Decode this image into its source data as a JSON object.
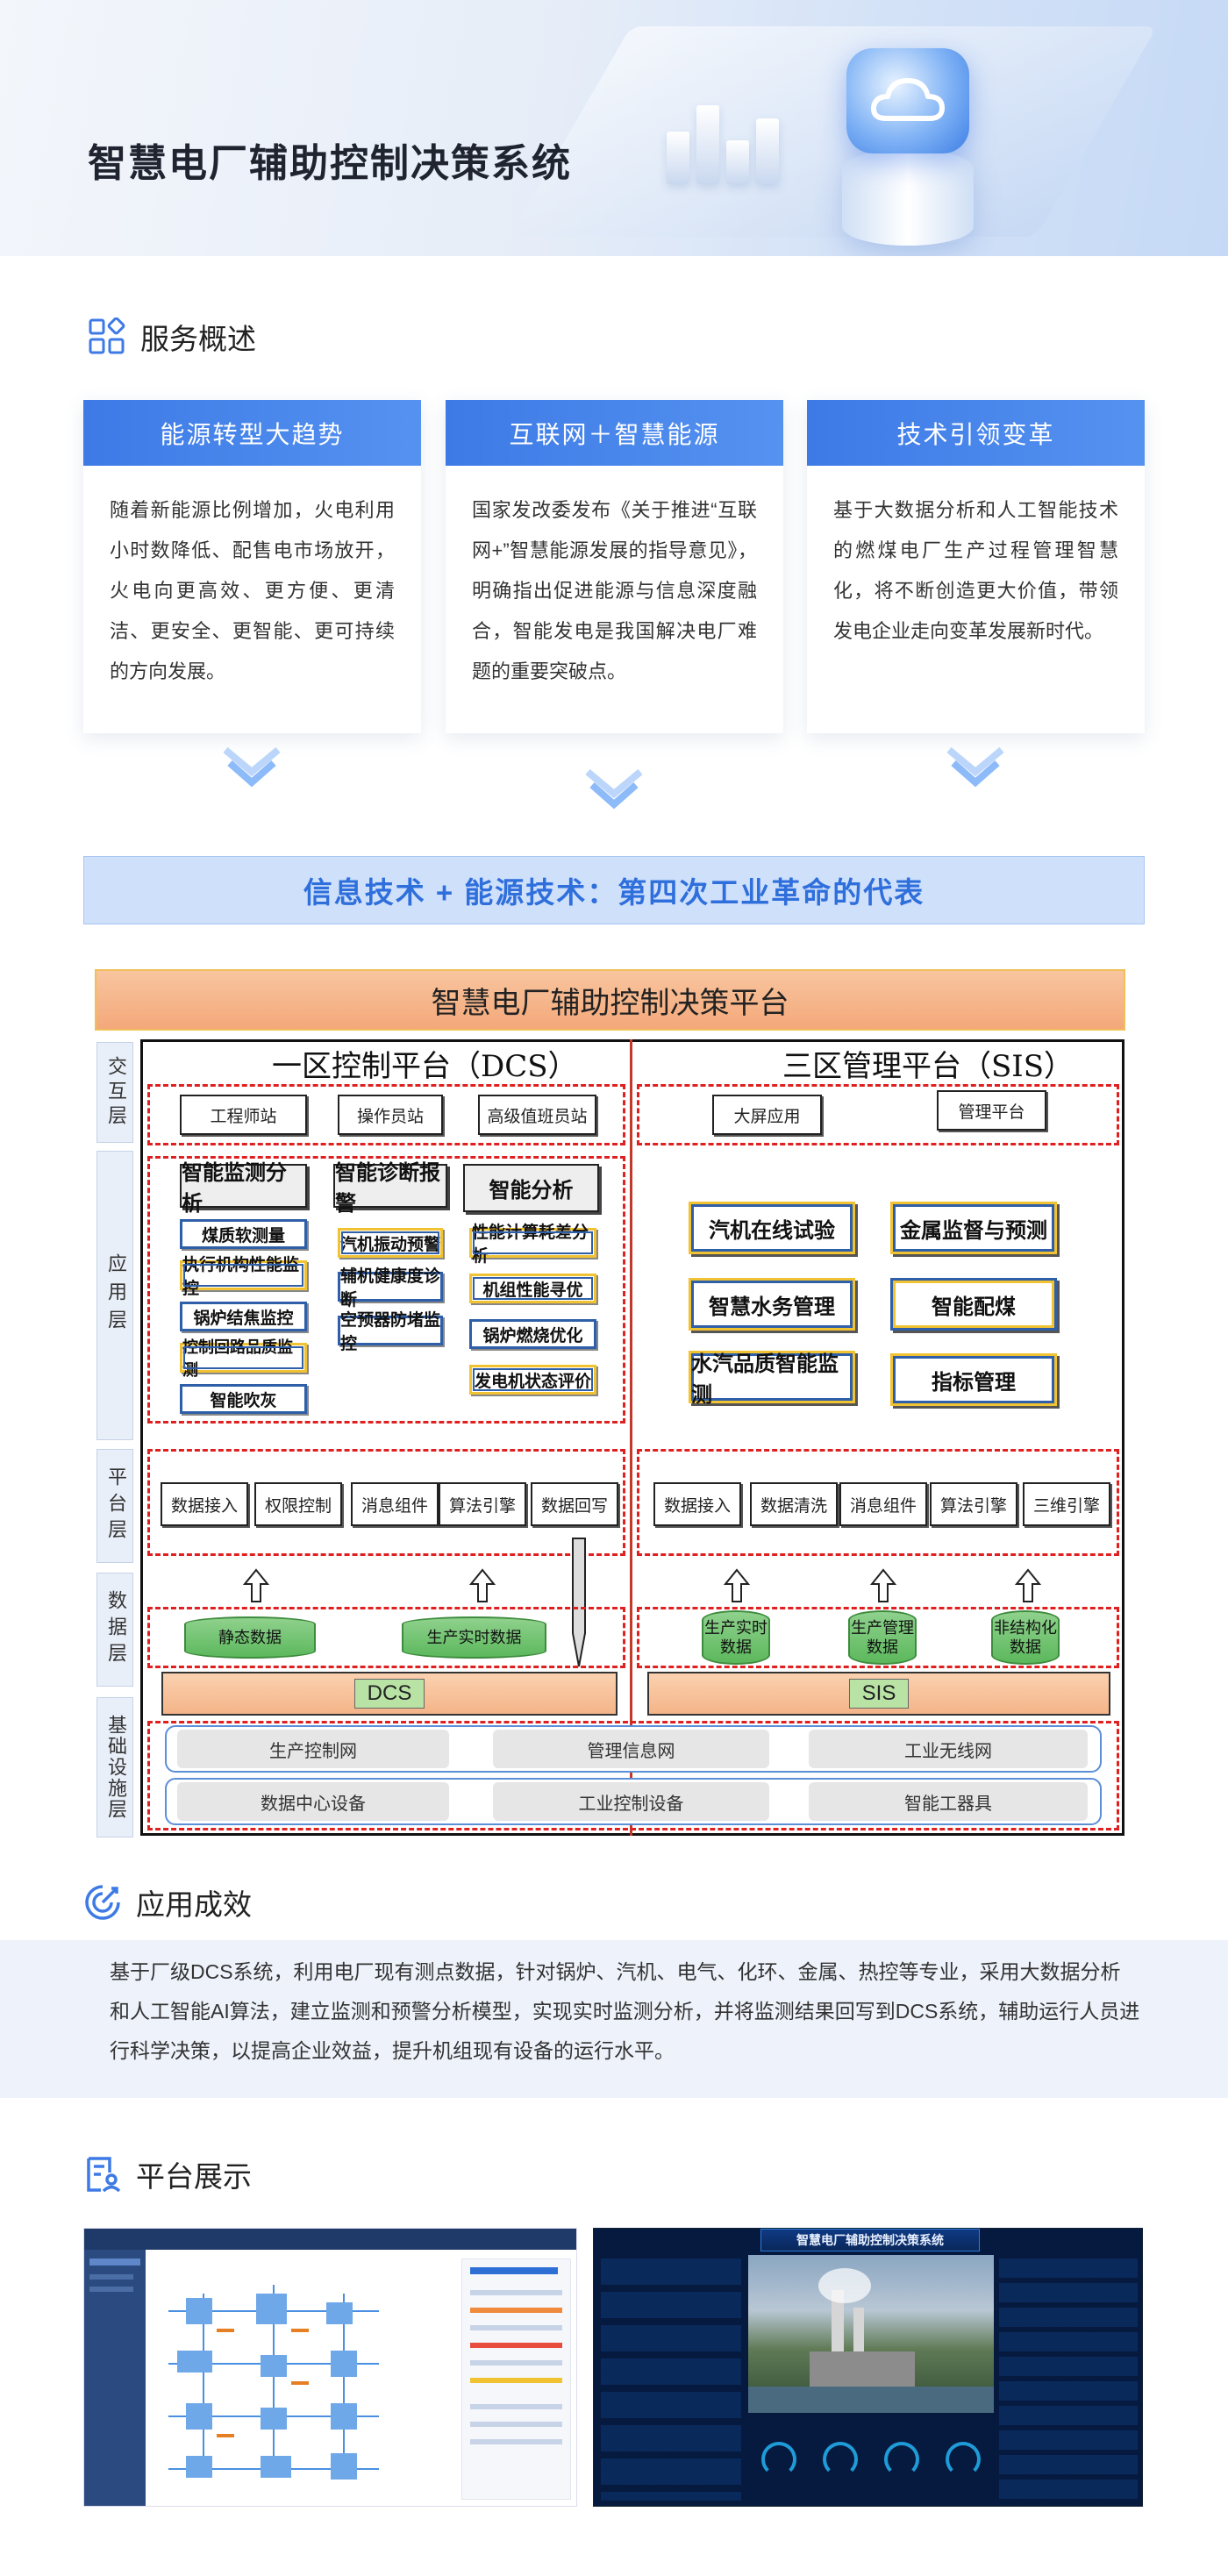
{
  "banner": {
    "title": "智慧电厂辅助控制决策系统"
  },
  "overview": {
    "heading": "服务概述",
    "cards": [
      {
        "title": "能源转型大趋势",
        "body": "随着新能源比例增加，火电利用小时数降低、配售电市场放开，火电向更高效、更方便、更清洁、更安全、更智能、更可持续的方向发展。"
      },
      {
        "title": "互联网＋智慧能源",
        "body": "国家发改委发布《关于推进“互联网+”智慧能源发展的指导意见》，明确指出促进能源与信息深度融合，智能发电是我国解决电厂难题的重要突破点。"
      },
      {
        "title": "技术引领变革",
        "body": "基于大数据分析和人工智能技术的燃煤电厂生产过程管理智慧化，将不断创造更大价值，带领发电企业走向变革发展新时代。"
      }
    ],
    "slogan": "信息技术 + 能源技术：第四次工业革命的代表"
  },
  "diagram": {
    "title": "智慧电厂辅助控制决策平台",
    "layers": [
      "交互层",
      "应用层",
      "平台层",
      "数据层",
      "基础设施层"
    ],
    "dcs": {
      "title": "一区控制平台（DCS）",
      "interaction": [
        "工程师站",
        "操作员站",
        "高级值班员站"
      ],
      "app_groups": [
        {
          "head": "智能监测分析",
          "items": [
            "煤质软测量",
            "执行机构性能监控",
            "锅炉结焦监控",
            "控制回路品质监测",
            "智能吹灰"
          ]
        },
        {
          "head": "智能诊断报警",
          "items": [
            "汽机振动预警",
            "辅机健康度诊断",
            "空预器防堵监控"
          ]
        },
        {
          "head": "智能分析",
          "items": [
            "性能计算耗差分析",
            "机组性能寻优",
            "锅炉燃烧优化",
            "发电机状态评价"
          ]
        }
      ],
      "platform": [
        "数据接入",
        "权限控制",
        "消息组件",
        "算法引擎",
        "数据回写"
      ],
      "data": [
        "静态数据",
        "生产实时数据"
      ],
      "db": "DCS"
    },
    "sis": {
      "title": "三区管理平台（SIS）",
      "interaction": [
        "大屏应用",
        "管理平台"
      ],
      "apps": [
        "汽机在线试验",
        "金属监督与预测",
        "智慧水务管理",
        "智能配煤",
        "水汽品质智能监测",
        "指标管理"
      ],
      "platform": [
        "数据接入",
        "数据清洗",
        "消息组件",
        "算法引擎",
        "三维引擎"
      ],
      "data": [
        "生产实时数据",
        "生产管理数据",
        "非结构化数据"
      ],
      "db": "SIS"
    },
    "infra_row1": [
      "生产控制网",
      "管理信息网",
      "工业无线网"
    ],
    "infra_row2": [
      "数据中心设备",
      "工业控制设备",
      "智能工器具"
    ]
  },
  "results": {
    "heading": "应用成效",
    "text": "基于厂级DCS系统，利用电厂现有测点数据，针对锅炉、汽机、电气、化环、金属、热控等专业，采用大数据分析和人工智能AI算法，建立监测和预警分析模型，实现实时监测分析，并将监测结果回写到DCS系统，辅助运行人员进行科学决策，以提高企业效益，提升机组现有设备的运行水平。"
  },
  "showcase": {
    "heading": "平台展示",
    "screen2_title": "智慧电厂辅助控制决策系统"
  },
  "colors": {
    "primary": "#3d7ae6",
    "slogan": "#2f6fdc",
    "dash": "#e02020"
  }
}
